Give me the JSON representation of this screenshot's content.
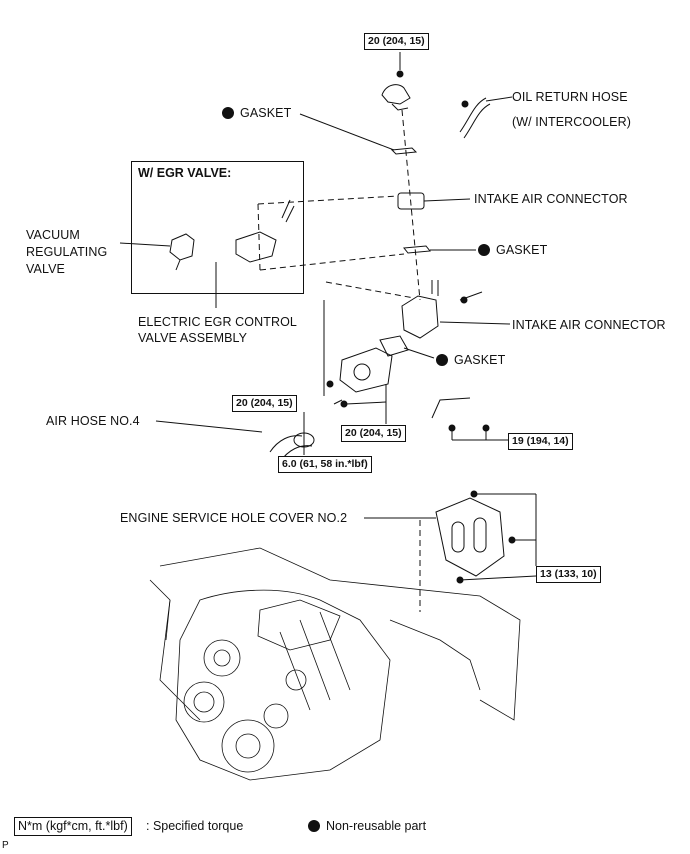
{
  "labels": {
    "gasket_top": "GASKET",
    "oil_return_hose_1": "OIL RETURN HOSE",
    "oil_return_hose_2": "(W/ INTERCOOLER)",
    "intake_air_connector_upper": "INTAKE AIR CONNECTOR",
    "gasket_mid": "GASKET",
    "vacuum_regulating_1": "VACUUM",
    "vacuum_regulating_2": "REGULATING",
    "vacuum_regulating_3": "VALVE",
    "electric_egr_1": "ELECTRIC EGR CONTROL",
    "electric_egr_2": "VALVE ASSEMBLY",
    "intake_air_connector_lower": "INTAKE AIR CONNECTOR",
    "gasket_lower": "GASKET",
    "air_hose": "AIR HOSE NO.4",
    "engine_service_cover": "ENGINE SERVICE HOLE COVER NO.2",
    "egr_frame_title": "W/ EGR VALVE:"
  },
  "torques": {
    "top": "20 (204, 15)",
    "left_bolt": "20 (204, 15)",
    "right_bolts": "20 (204, 15)",
    "clamp": "6.0 (61, 58 in.*lbf)",
    "pipe": "19 (194, 14)",
    "cover": "13 (133, 10)"
  },
  "legend": {
    "torque_unit": "N*m (kgf*cm, ft.*lbf)",
    "torque_desc": ": Specified torque",
    "nonreusable_desc": "Non-reusable part"
  },
  "corner_mark": "P"
}
